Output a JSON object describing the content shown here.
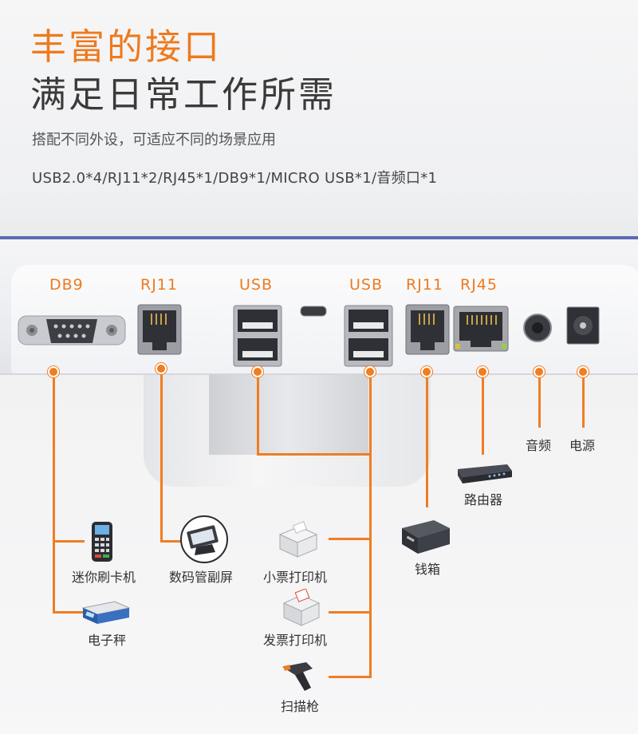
{
  "header": {
    "title_orange": "丰富的接口",
    "title_dark": "满足日常工作所需",
    "subtitle": "搭配不同外设，可适应不同的场景应用",
    "specs": "USB2.0*4/RJ11*2/RJ45*1/DB9*1/MICRO USB*1/音频口*1"
  },
  "ports": {
    "db9": "DB9",
    "rj11_left": "RJ11",
    "usb_left": "USB",
    "usb_right": "USB",
    "rj11_right": "RJ11",
    "rj45": "RJ45"
  },
  "devices": {
    "audio": "音频",
    "power": "电源",
    "router": "路由器",
    "cash_drawer": "钱箱",
    "mini_card_reader": "迷你刷卡机",
    "digital_display": "数码管副屏",
    "receipt_printer": "小票打印机",
    "electronic_scale": "电子秤",
    "invoice_printer": "发票打印机",
    "scanner": "扫描枪"
  },
  "colors": {
    "accent": "#ef7d22",
    "title_dark": "#3a3a3a"
  }
}
